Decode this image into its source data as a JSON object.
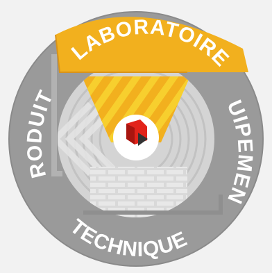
{
  "segments": {
    "top": "LABORATOIRE",
    "right": "ÉQUIPEMENTS",
    "bottom": "TECHNIQUE",
    "left": "PRODUITS"
  },
  "colors": {
    "background": "#f2f2f2",
    "ring": "#9a9a9a",
    "accent": "#f2b01e",
    "accent_stripe": "#f7cf2e",
    "inner_disc": "#d8d8d8",
    "logo_red": "#e2231a",
    "logo_dark": "#333333",
    "text": "#ffffff"
  },
  "icons": {
    "center_logo": "logo-icon"
  }
}
